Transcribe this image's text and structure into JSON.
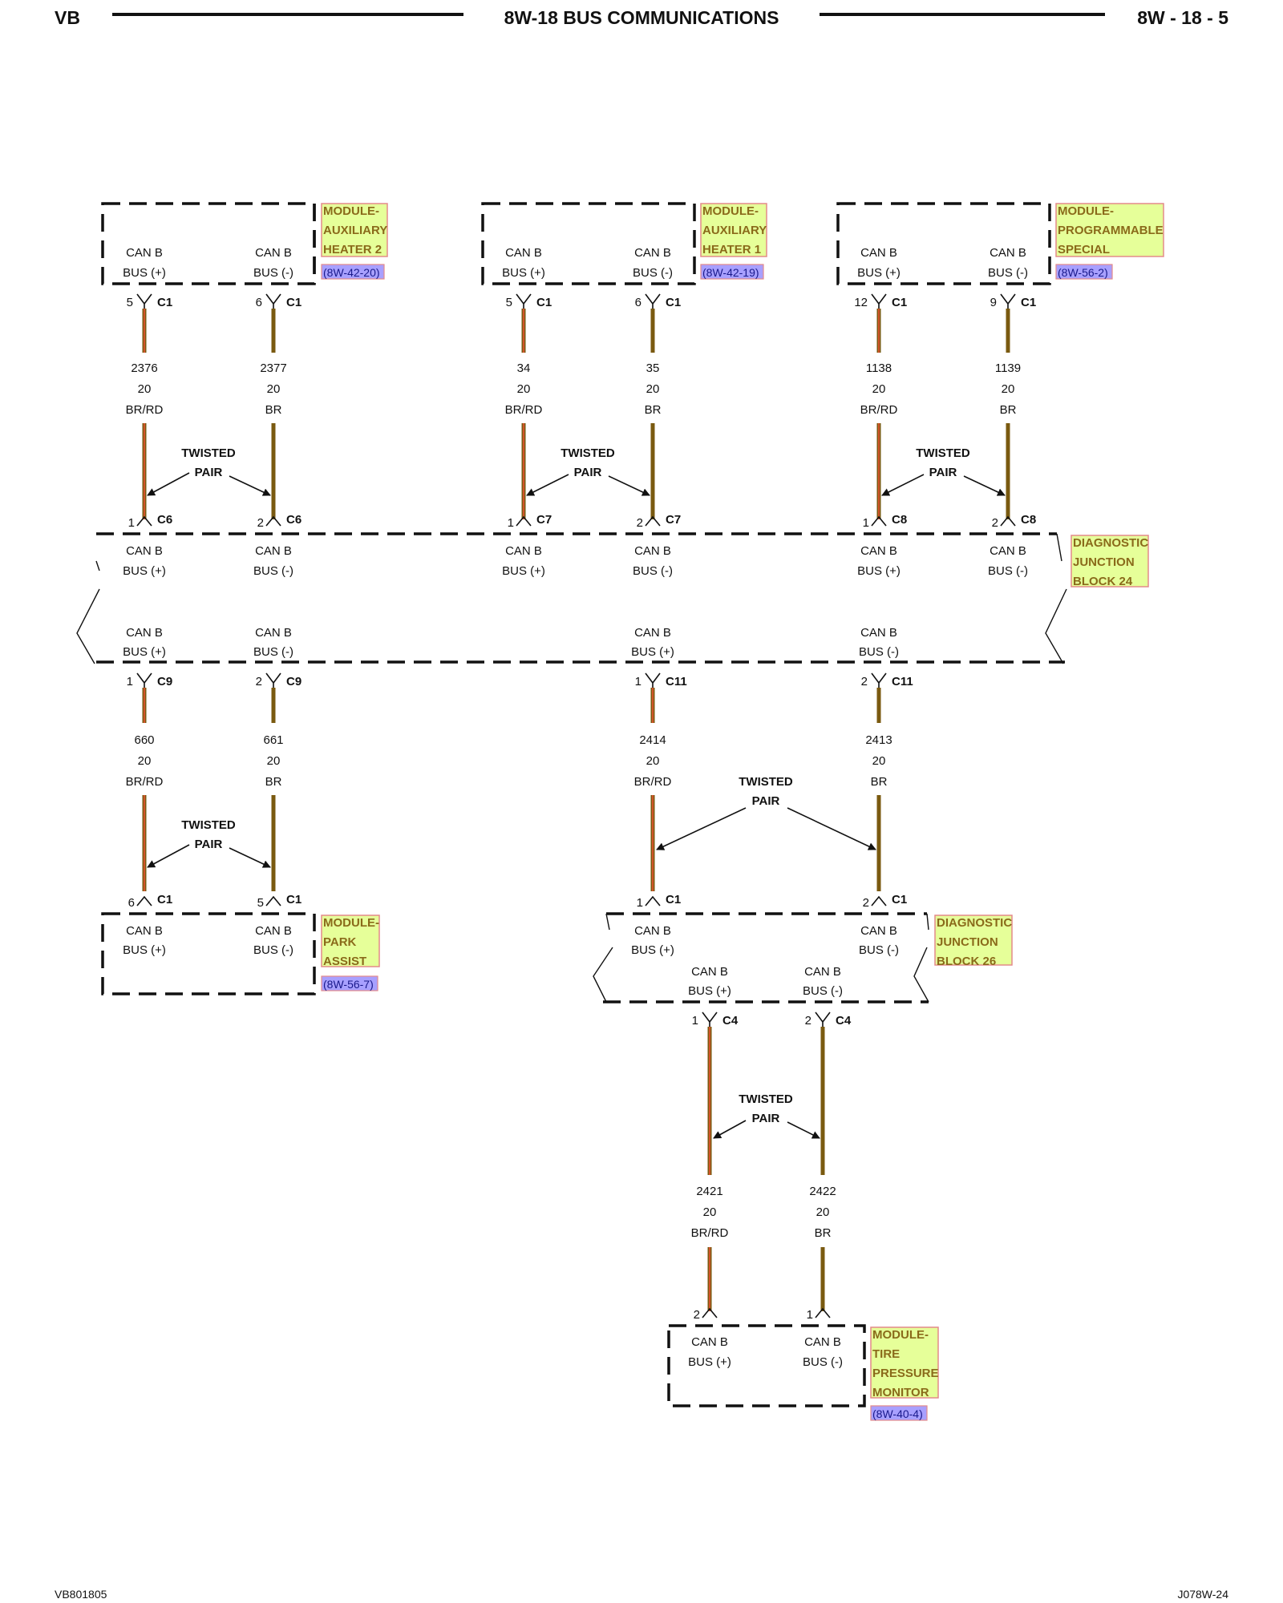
{
  "header": {
    "left": "VB",
    "title": "8W-18 BUS COMMUNICATIONS",
    "page": "8W - 18 - 5"
  },
  "footer": {
    "left": "VB801805",
    "right": "J078W-24"
  },
  "colors": {
    "wire_br_rd_stripe": "#d2542a",
    "wire_br": "#7a5a10",
    "label_fill": "#e6ff99",
    "label_border": "#e38a8a",
    "ref_fill": "#a8a0ff"
  },
  "common": {
    "can_b": "CAN B",
    "bus_pos": "BUS (+)",
    "bus_neg": "BUS (-)",
    "twisted": "TWISTED",
    "pair": "PAIR"
  },
  "modules": {
    "aux_heater_2": {
      "lines": [
        "MODULE-",
        "AUXILIARY",
        "HEATER 2"
      ],
      "ref": "(8W-42-20)"
    },
    "aux_heater_1": {
      "lines": [
        "MODULE-",
        "AUXILIARY",
        "HEATER 1"
      ],
      "ref": "(8W-42-19)"
    },
    "programmable_special": {
      "lines": [
        "MODULE-",
        "PROGRAMMABLE",
        "SPECIAL"
      ],
      "ref": "(8W-56-2)"
    },
    "djb24": {
      "lines": [
        "DIAGNOSTIC",
        "JUNCTION",
        "BLOCK 24"
      ]
    },
    "park_assist": {
      "lines": [
        "MODULE-",
        "PARK",
        "ASSIST"
      ],
      "ref": "(8W-56-7)"
    },
    "djb26": {
      "lines": [
        "DIAGNOSTIC",
        "JUNCTION",
        "BLOCK 26"
      ]
    },
    "tire_pressure": {
      "lines": [
        "MODULE-",
        "TIRE",
        "PRESSURE",
        "MONITOR"
      ],
      "ref": "(8W-40-4)"
    }
  },
  "pins": {
    "ah2_p": {
      "pin": "5",
      "conn": "C1"
    },
    "ah2_n": {
      "pin": "6",
      "conn": "C1"
    },
    "ah1_p": {
      "pin": "5",
      "conn": "C1"
    },
    "ah1_n": {
      "pin": "6",
      "conn": "C1"
    },
    "ps_p": {
      "pin": "12",
      "conn": "C1"
    },
    "ps_n": {
      "pin": "9",
      "conn": "C1"
    },
    "c6_p": {
      "pin": "1",
      "conn": "C6"
    },
    "c6_n": {
      "pin": "2",
      "conn": "C6"
    },
    "c7_p": {
      "pin": "1",
      "conn": "C7"
    },
    "c7_n": {
      "pin": "2",
      "conn": "C7"
    },
    "c8_p": {
      "pin": "1",
      "conn": "C8"
    },
    "c8_n": {
      "pin": "2",
      "conn": "C8"
    },
    "c9_p": {
      "pin": "1",
      "conn": "C9"
    },
    "c9_n": {
      "pin": "2",
      "conn": "C9"
    },
    "c11_p": {
      "pin": "1",
      "conn": "C11"
    },
    "c11_n": {
      "pin": "2",
      "conn": "C11"
    },
    "pa_p": {
      "pin": "6",
      "conn": "C1"
    },
    "pa_n": {
      "pin": "5",
      "conn": "C1"
    },
    "dj26_p": {
      "pin": "1",
      "conn": "C1"
    },
    "dj26_n": {
      "pin": "2",
      "conn": "C1"
    },
    "c4_p": {
      "pin": "1",
      "conn": "C4"
    },
    "c4_n": {
      "pin": "2",
      "conn": "C4"
    },
    "tp_p": {
      "pin": "2",
      "conn": ""
    },
    "tp_n": {
      "pin": "1",
      "conn": ""
    }
  },
  "wires": {
    "w2376": {
      "circuit": "2376",
      "gauge": "20",
      "color": "BR/RD"
    },
    "w2377": {
      "circuit": "2377",
      "gauge": "20",
      "color": "BR"
    },
    "w34": {
      "circuit": "34",
      "gauge": "20",
      "color": "BR/RD"
    },
    "w35": {
      "circuit": "35",
      "gauge": "20",
      "color": "BR"
    },
    "w1138": {
      "circuit": "1138",
      "gauge": "20",
      "color": "BR/RD"
    },
    "w1139": {
      "circuit": "1139",
      "gauge": "20",
      "color": "BR"
    },
    "w660": {
      "circuit": "660",
      "gauge": "20",
      "color": "BR/RD"
    },
    "w661": {
      "circuit": "661",
      "gauge": "20",
      "color": "BR"
    },
    "w2414": {
      "circuit": "2414",
      "gauge": "20",
      "color": "BR/RD"
    },
    "w2413": {
      "circuit": "2413",
      "gauge": "20",
      "color": "BR"
    },
    "w2421": {
      "circuit": "2421",
      "gauge": "20",
      "color": "BR/RD"
    },
    "w2422": {
      "circuit": "2422",
      "gauge": "20",
      "color": "BR"
    }
  }
}
